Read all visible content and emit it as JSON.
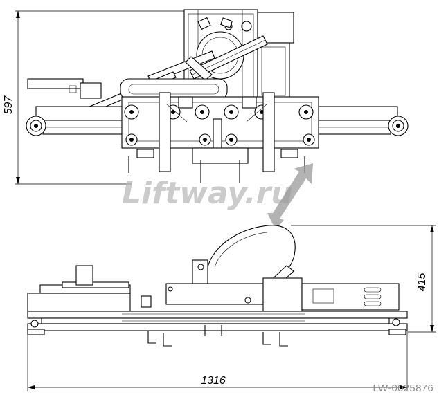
{
  "dimensions": {
    "top_height": "597",
    "bottom_height": "415",
    "overall_width": "1316"
  },
  "watermark": "Liftway.ru",
  "drawing_code": "LW-0025876",
  "colors": {
    "line": "#000000",
    "watermark": "#b9b9b9",
    "code": "#8a8a8a"
  }
}
